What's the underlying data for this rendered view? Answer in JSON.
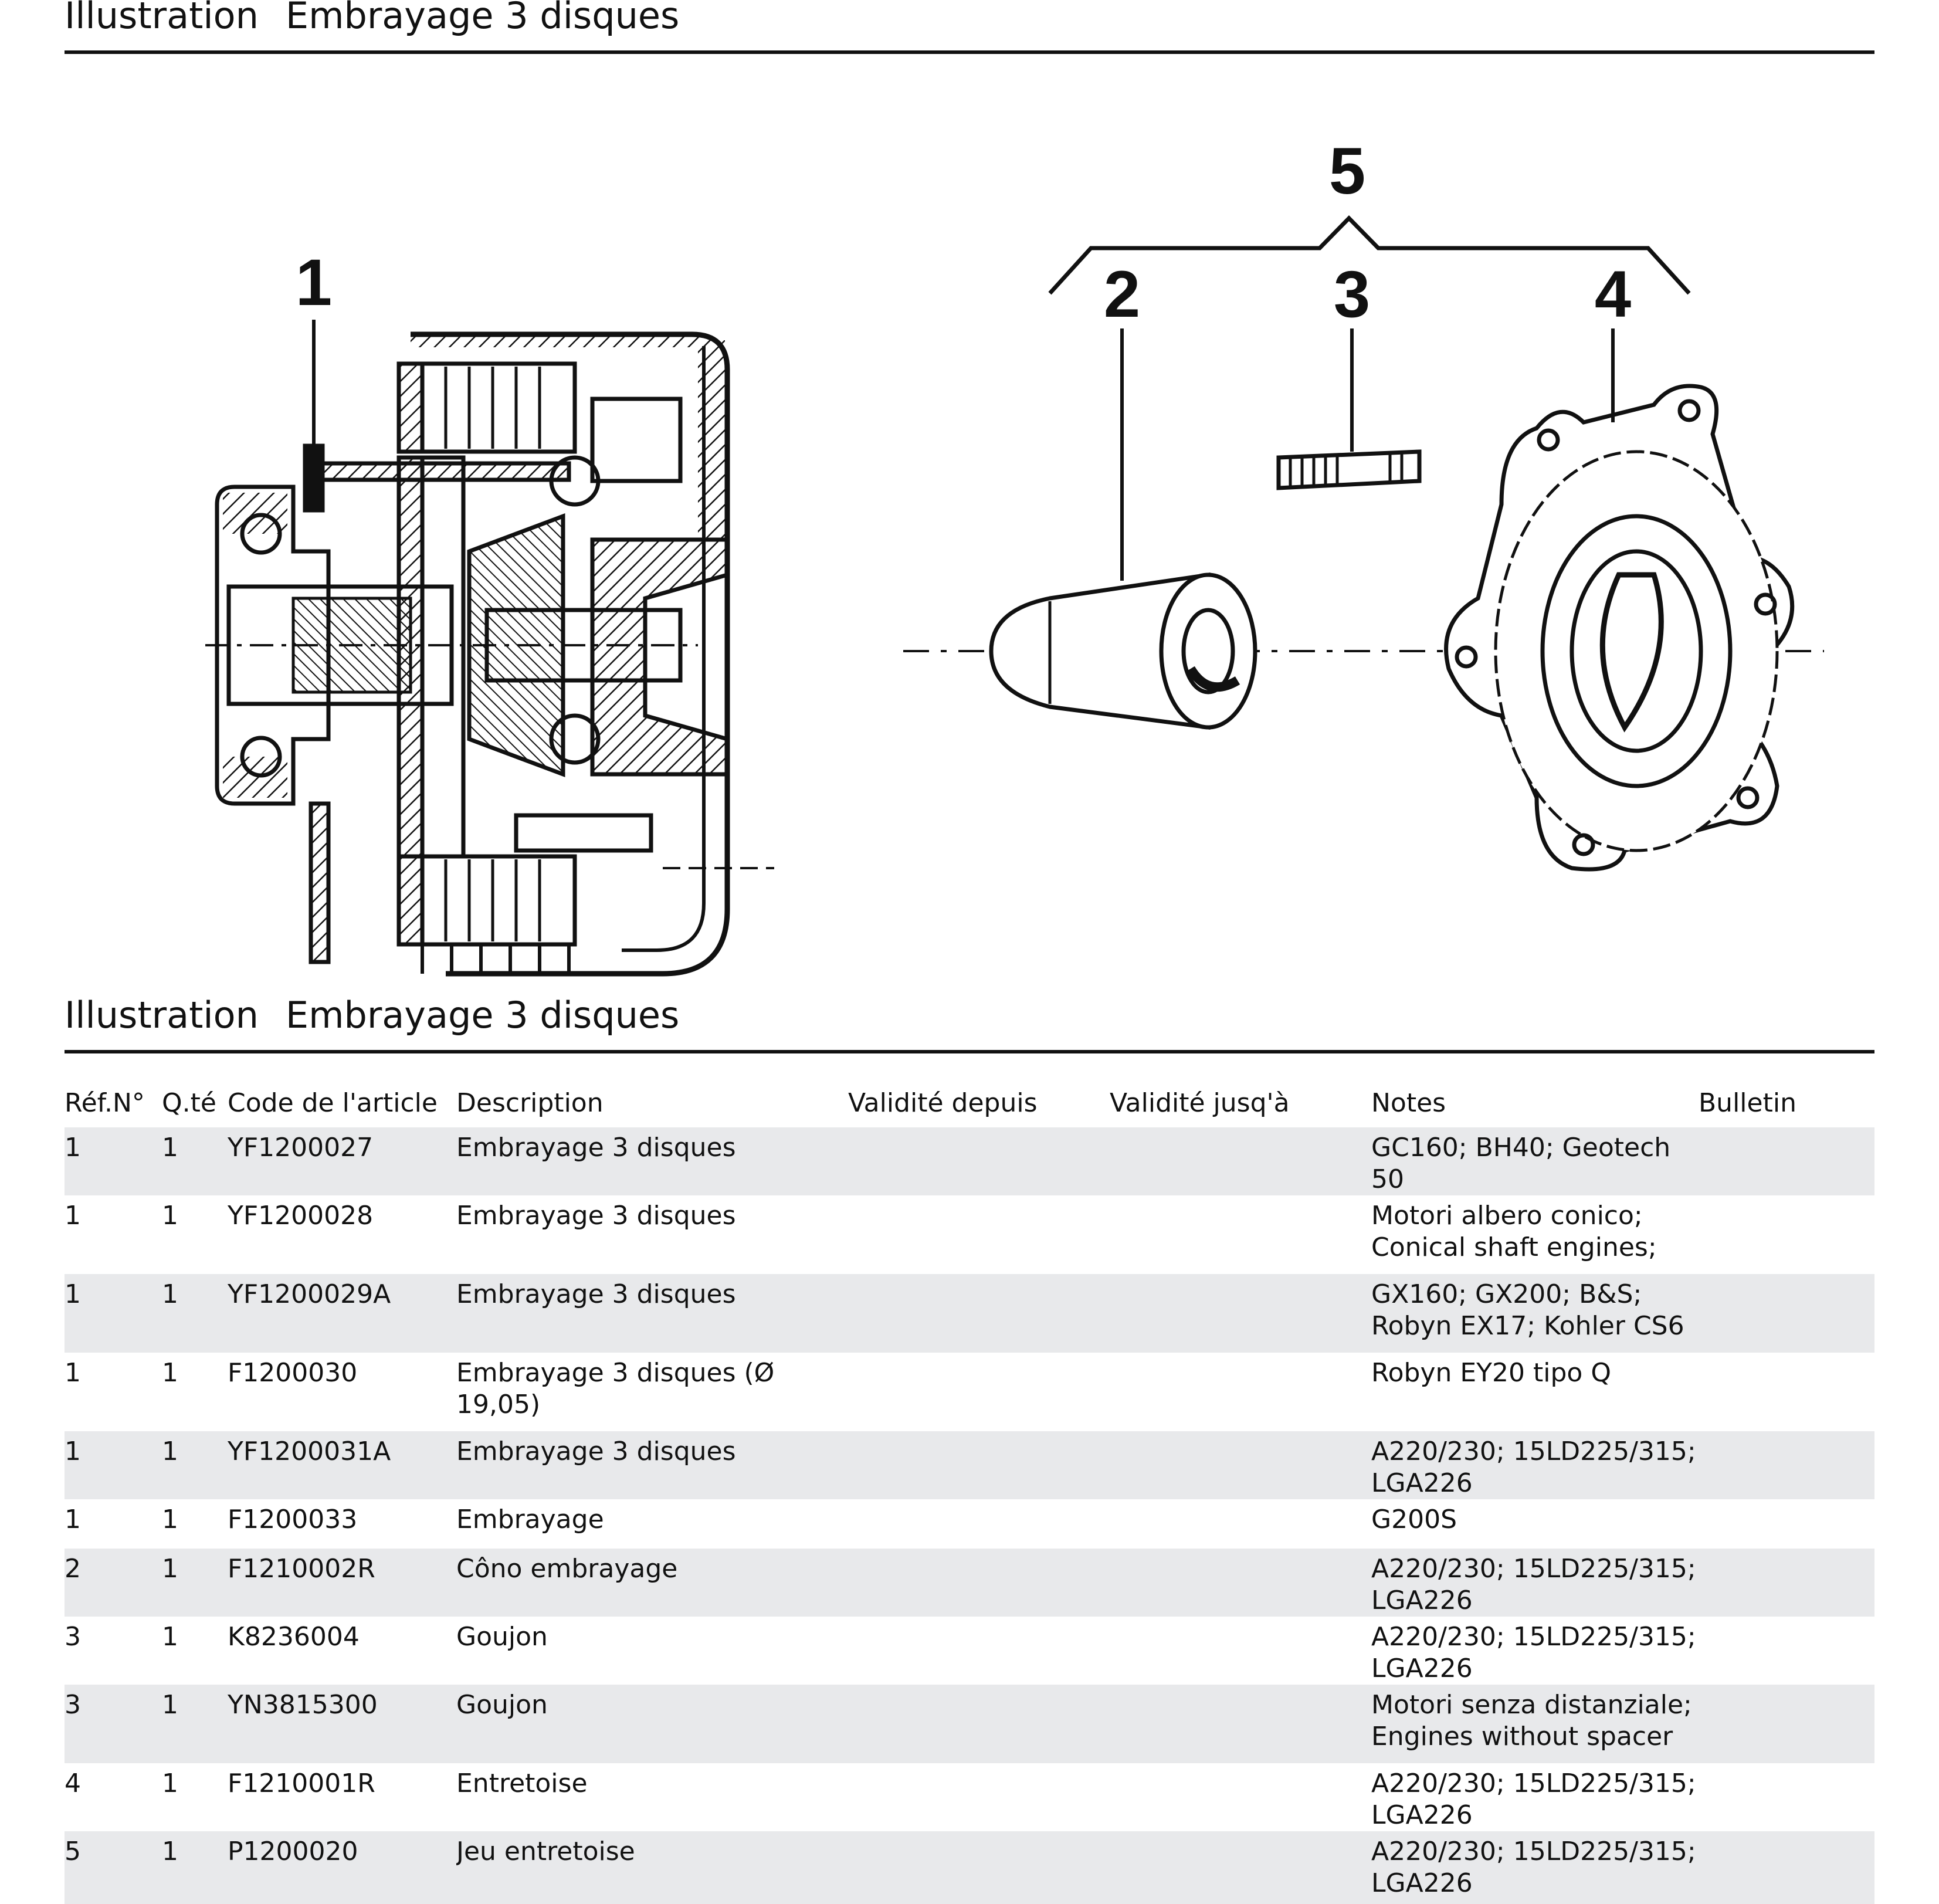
{
  "page": {
    "title_label": "Illustration",
    "title_text": "Embrayage 3 disques",
    "section_label": "Illustration",
    "section_text": "Embrayage 3 disques"
  },
  "callouts": [
    "1",
    "2",
    "3",
    "4",
    "5"
  ],
  "table": {
    "headers": {
      "ref": "Réf.N°",
      "qty": "Q.té",
      "code": "Code de l'article",
      "description": "Description",
      "valid_from": "Validité depuis",
      "valid_to": "Validité jusq'à",
      "notes": "Notes",
      "bulletin": "Bulletin"
    },
    "rows": [
      {
        "ref": "1",
        "qty": "1",
        "code": "YF1200027",
        "description": "Embrayage 3 disques",
        "valid_from": "",
        "valid_to": "",
        "notes": "GC160; BH40; Geotech 50",
        "bulletin": ""
      },
      {
        "ref": "1",
        "qty": "1",
        "code": "YF1200028",
        "description": "Embrayage 3 disques",
        "valid_from": "",
        "valid_to": "",
        "notes": "Motori albero conico; Conical shaft engines;",
        "bulletin": ""
      },
      {
        "ref": "1",
        "qty": "1",
        "code": "YF1200029A",
        "description": "Embrayage 3 disques",
        "valid_from": "",
        "valid_to": "",
        "notes": "GX160; GX200; B&S; Robyn EX17; Kohler CS6",
        "bulletin": ""
      },
      {
        "ref": "1",
        "qty": "1",
        "code": "F1200030",
        "description": "Embrayage 3 disques (Ø 19,05)",
        "valid_from": "",
        "valid_to": "",
        "notes": "Robyn EY20 tipo Q",
        "bulletin": ""
      },
      {
        "ref": "1",
        "qty": "1",
        "code": "YF1200031A",
        "description": "Embrayage 3 disques",
        "valid_from": "",
        "valid_to": "",
        "notes": "A220/230; 15LD225/315; LGA226",
        "bulletin": ""
      },
      {
        "ref": "1",
        "qty": "1",
        "code": "F1200033",
        "description": "Embrayage",
        "valid_from": "",
        "valid_to": "",
        "notes": "G200S",
        "bulletin": ""
      },
      {
        "ref": "2",
        "qty": "1",
        "code": "F1210002R",
        "description": "Côno embrayage",
        "valid_from": "",
        "valid_to": "",
        "notes": "A220/230; 15LD225/315; LGA226",
        "bulletin": ""
      },
      {
        "ref": "3",
        "qty": "1",
        "code": "K8236004",
        "description": "Goujon",
        "valid_from": "",
        "valid_to": "",
        "notes": "A220/230; 15LD225/315; LGA226",
        "bulletin": ""
      },
      {
        "ref": "3",
        "qty": "1",
        "code": "YN3815300",
        "description": "Goujon",
        "valid_from": "",
        "valid_to": "",
        "notes": "Motori senza distanziale; Engines without spacer",
        "bulletin": ""
      },
      {
        "ref": "4",
        "qty": "1",
        "code": "F1210001R",
        "description": "Entretoise",
        "valid_from": "",
        "valid_to": "",
        "notes": "A220/230; 15LD225/315; LGA226",
        "bulletin": ""
      },
      {
        "ref": "5",
        "qty": "1",
        "code": "P1200020",
        "description": "Jeu entretoise",
        "valid_from": "",
        "valid_to": "",
        "notes": "A220/230; 15LD225/315; LGA226",
        "bulletin": ""
      }
    ]
  }
}
